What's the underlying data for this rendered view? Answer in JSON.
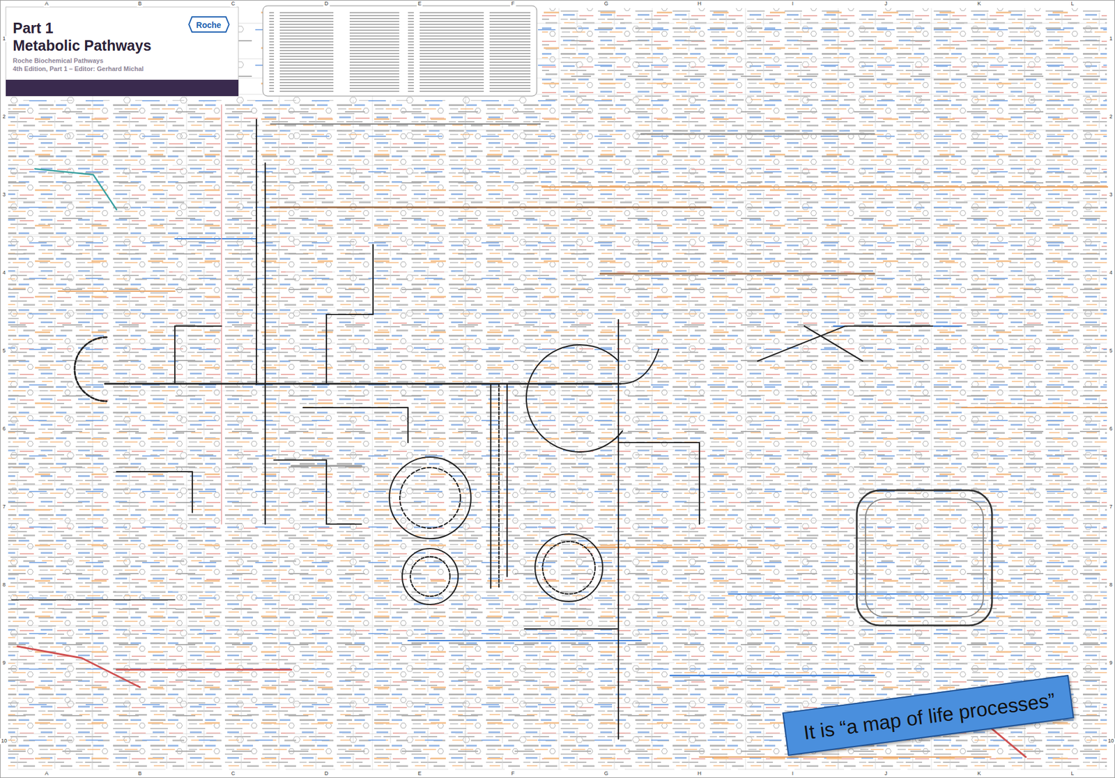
{
  "diagram": {
    "title": "Metabolic Pathways",
    "nodes": [
      {
        "text": [
          "Roche"
        ]
      },
      {
        "text": [
          "It is “a map of life processes”"
        ]
      }
    ],
    "labels": [
      "Part 1",
      "Roche Biochemical Pathways",
      "4th Edition, Part 1 – Editor: Gerhard Michal",
      "A",
      "B",
      "C",
      "D",
      "E",
      "F",
      "G",
      "H",
      "I",
      "J",
      "K",
      "L",
      "A",
      "B",
      "C",
      "D",
      "E",
      "F",
      "G",
      "H",
      "I",
      "J",
      "K",
      "L",
      "1",
      "2",
      "3",
      "4",
      "5",
      "6",
      "7",
      "8",
      "9",
      "10",
      "1",
      "2",
      "3",
      "4",
      "5",
      "6",
      "7",
      "8",
      "9",
      "10"
    ]
  }
}
